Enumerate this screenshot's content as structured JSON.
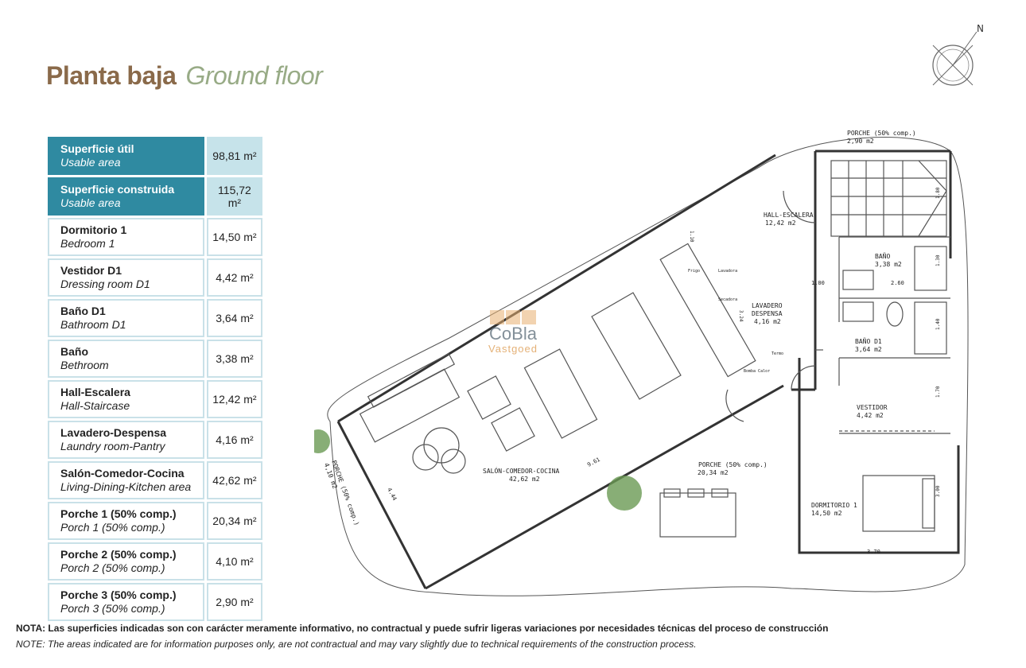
{
  "title": {
    "spanish": "Planta baja",
    "english": "Ground floor"
  },
  "compass": {
    "label": "N"
  },
  "areas": [
    {
      "name_es": "Superficie útil",
      "name_en": "Usable area",
      "value": "98,81 m²",
      "highlight": true
    },
    {
      "name_es": "Superficie construida",
      "name_en": "Usable area",
      "value": "115,72 m²",
      "highlight": true
    },
    {
      "name_es": "Dormitorio 1",
      "name_en": "Bedroom 1",
      "value": "14,50 m²",
      "highlight": false
    },
    {
      "name_es": "Vestidor D1",
      "name_en": "Dressing room D1",
      "value": "4,42 m²",
      "highlight": false
    },
    {
      "name_es": "Baño D1",
      "name_en": "Bathroom D1",
      "value": "3,64 m²",
      "highlight": false
    },
    {
      "name_es": "Baño",
      "name_en": "Bethroom",
      "value": "3,38 m²",
      "highlight": false
    },
    {
      "name_es": "Hall-Escalera",
      "name_en": "Hall-Staircase",
      "value": "12,42 m²",
      "highlight": false
    },
    {
      "name_es": "Lavadero-Despensa",
      "name_en": "Laundry room-Pantry",
      "value": "4,16 m²",
      "highlight": false
    },
    {
      "name_es": "Salón-Comedor-Cocina",
      "name_en": "Living-Dining-Kitchen area",
      "value": "42,62 m²",
      "highlight": false
    },
    {
      "name_es": "Porche 1 (50% comp.)",
      "name_en": "Porch 1 (50% comp.)",
      "value": "20,34 m²",
      "highlight": false
    },
    {
      "name_es": "Porche 2 (50% comp.)",
      "name_en": "Porch 2 (50% comp.)",
      "value": "4,10 m²",
      "highlight": false
    },
    {
      "name_es": "Porche 3 (50% comp.)",
      "name_en": "Porch 3 (50% comp.)",
      "value": "2,90 m²",
      "highlight": false
    }
  ],
  "plan": {
    "rooms": {
      "porche_top": {
        "name": "PORCHE (50% comp.)",
        "area": "2,90 m2"
      },
      "hall": {
        "name": "HALL-ESCALERA",
        "area": "12,42 m2"
      },
      "bano": {
        "name": "BAÑO",
        "area": "3,38 m2"
      },
      "lavadero": {
        "name1": "LAVADERO",
        "name2": "DESPENSA",
        "area": "4,16 m2"
      },
      "bano_d1": {
        "name": "BAÑO D1",
        "area": "3,64 m2"
      },
      "vestidor": {
        "name": "VESTIDOR",
        "area": "4,42 m2"
      },
      "salon": {
        "name": "SALÓN-COMEDOR-COCINA",
        "area": "42,62 m2"
      },
      "porche_mid": {
        "name": "PORCHE (50% comp.)",
        "area": "20,34 m2"
      },
      "porche_left": {
        "name": "PORCHE (50% comp.)",
        "area": "4,10 m2"
      },
      "dormitorio": {
        "name": "DORMITORIO 1",
        "area": "14,50 m2"
      }
    },
    "dimensions": {
      "d1": "1.10",
      "d2": "1.00",
      "d3": "2.60",
      "d4": "1.30",
      "d5": "1.40",
      "d6": "1.70",
      "d7": "3.00",
      "d8": "3.70",
      "d9": "9.61",
      "d10": "4.44",
      "d11": "1.80",
      "d12": "3.24"
    },
    "appliances": {
      "fridge": "Frigo",
      "washer": "Lavadora",
      "dryer": "Secadora",
      "heater": "Termo",
      "boiler": "Bomba Calor"
    }
  },
  "watermark": {
    "name": "CoBla",
    "sub": "Vastgoed"
  },
  "notes": {
    "spanish": "NOTA: Las superficies indicadas son con carácter meramente informativo, no contractual y puede sufrir ligeras variaciones por necesidades técnicas del proceso de construcción",
    "english": "NOTE: The areas indicated are for information purposes only, are not contractual and may vary slightly due to technical requirements of the construction process."
  }
}
